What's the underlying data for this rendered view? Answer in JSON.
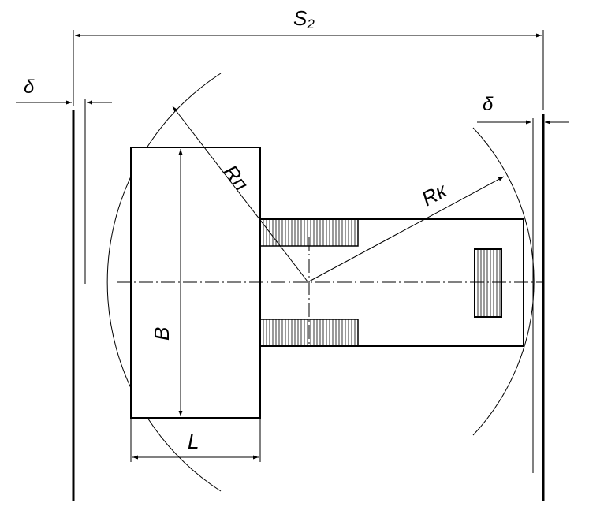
{
  "labels": {
    "s2": "S",
    "s2_sub": "2",
    "delta_left": "δ",
    "delta_right": "δ",
    "r_p": "Rп",
    "r_k": "Rк",
    "b": "B",
    "l": "L"
  },
  "colors": {
    "stroke": "#000000",
    "background": "#ffffff"
  }
}
